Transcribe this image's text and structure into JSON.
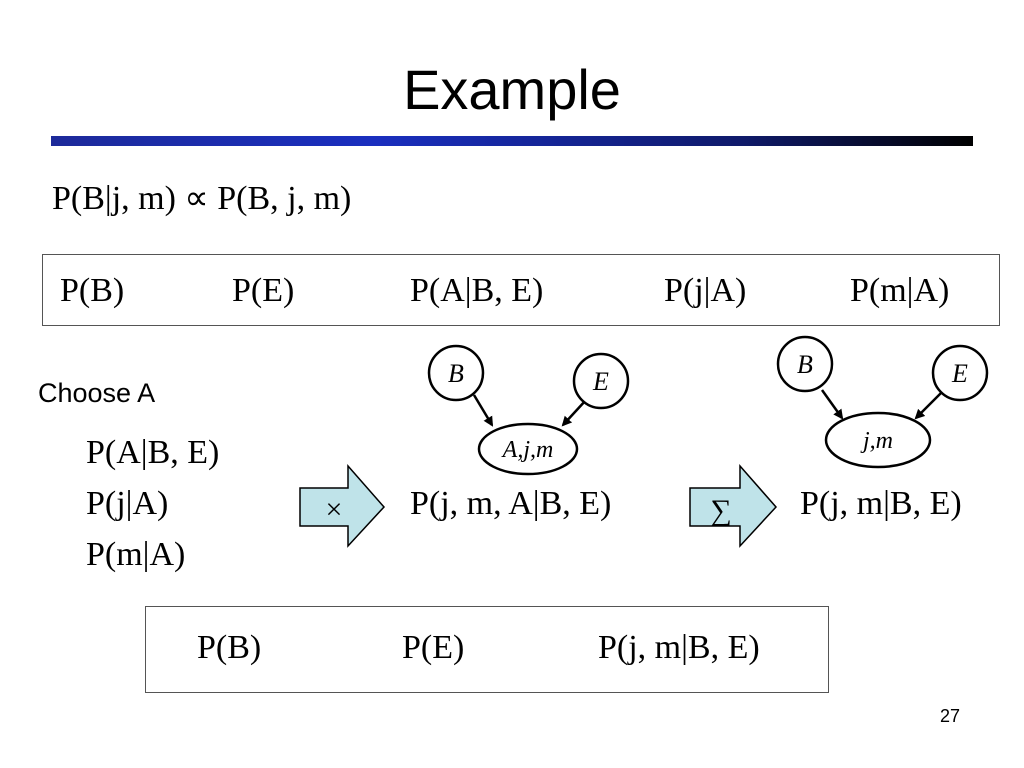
{
  "slide": {
    "title": "Example",
    "page_number": "27",
    "choose_label": "Choose A"
  },
  "equations": {
    "proportional": "P(B|j, m) ∝ P(B, j, m)"
  },
  "factor_boxes": {
    "initial": [
      "P(B)",
      "P(E)",
      "P(A|B, E)",
      "P(j|A)",
      "P(m|A)"
    ],
    "final": [
      "P(B)",
      "P(E)",
      "P(j, m|B, E)"
    ]
  },
  "chosen_factors": [
    "P(A|B, E)",
    "P(j|A)",
    "P(m|A)"
  ],
  "operations": {
    "product_symbol": "×",
    "product_result": "P(j, m, A|B, E)",
    "sum_symbol": "∑",
    "sum_result": "P(j, m|B, E)"
  },
  "graph_before": {
    "nodes": [
      "B",
      "E",
      "A,j,m"
    ]
  },
  "graph_after": {
    "nodes": [
      "B",
      "E",
      "j,m"
    ]
  },
  "colors": {
    "arrow_fill": "#bfe3e9",
    "rule_start": "#1d2a9a",
    "rule_end": "#000000"
  }
}
